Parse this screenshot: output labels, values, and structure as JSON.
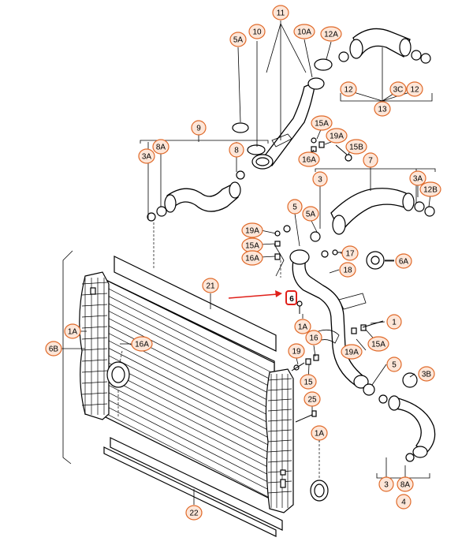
{
  "labels": [
    "11",
    "5A",
    "10",
    "10A",
    "12A",
    "12",
    "3C",
    "12",
    "13",
    "9",
    "3A",
    "8A",
    "8",
    "15A",
    "19A",
    "15B",
    "16A",
    "7",
    "3",
    "3A",
    "12B",
    "5",
    "5A",
    "19A",
    "15A",
    "16A",
    "17",
    "6A",
    "18",
    "21",
    "6",
    "1A",
    "1",
    "1A",
    "6B",
    "16A",
    "16",
    "19",
    "19A",
    "15A",
    "5",
    "3B",
    "15",
    "25",
    "22",
    "1A",
    "3",
    "8A",
    "4"
  ],
  "colors": {
    "label_fill": "#fde6d8",
    "label_stroke": "#e06a2a",
    "pointer_arrow": "#e0201a",
    "highlight_box": "#e0201a"
  }
}
